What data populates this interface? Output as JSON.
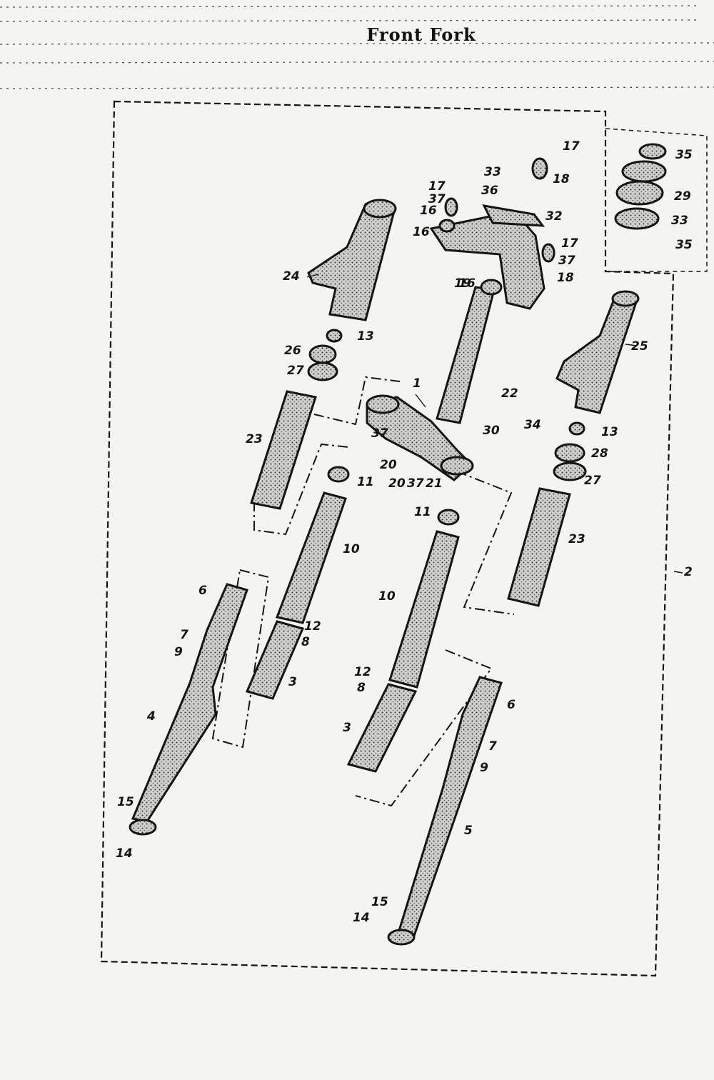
{
  "title": "Front Fork",
  "callouts": [
    "1",
    "2",
    "3",
    "3",
    "4",
    "5",
    "6",
    "6",
    "7",
    "7",
    "8",
    "8",
    "9",
    "9",
    "10",
    "10",
    "11",
    "11",
    "12",
    "12",
    "13",
    "13",
    "14",
    "14",
    "15",
    "15",
    "16",
    "16",
    "16",
    "17",
    "17",
    "17",
    "18",
    "18",
    "19",
    "20",
    "20",
    "21",
    "22",
    "23",
    "23",
    "24",
    "25",
    "26",
    "27",
    "27",
    "28",
    "29",
    "30",
    "32",
    "33",
    "33",
    "34",
    "35",
    "35",
    "36",
    "37",
    "37",
    "37",
    "37"
  ],
  "colors": {
    "ink": "#151515",
    "paper": "#f4f4f2",
    "part_fill": "#cfcfcb"
  }
}
